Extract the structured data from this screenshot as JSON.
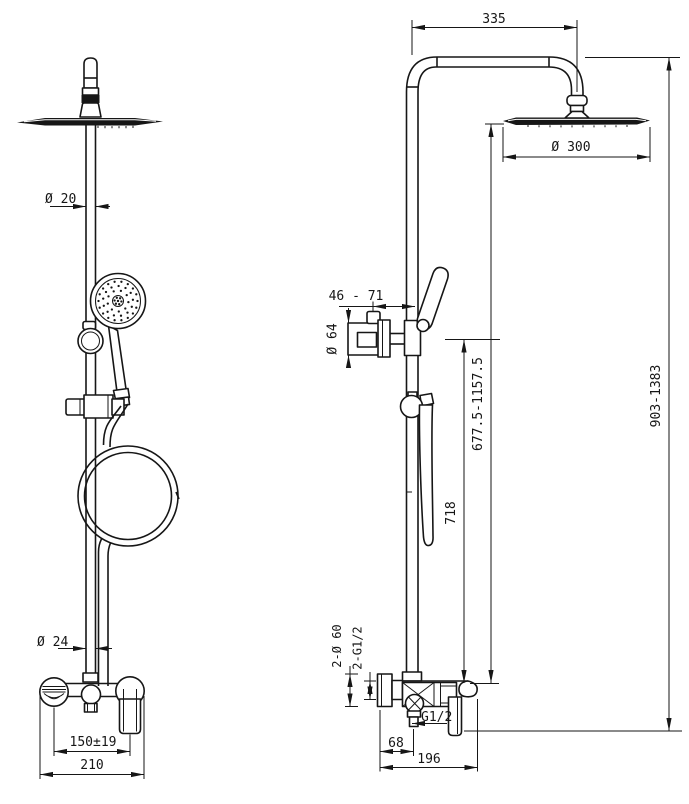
{
  "drawing": {
    "type": "technical-dimension-drawing",
    "subject": "wall-mounted shower column with rain head, hand shower and mixer",
    "line_color": "#161616",
    "background": "#ffffff",
    "front": {
      "dia_upper_pipe": "Ø 20",
      "dia_lower_pipe": "Ø 24",
      "inlet_spacing": "150±19",
      "overall_width": "210"
    },
    "side": {
      "arm_length": "335",
      "head_diameter": "Ø 300",
      "bracket_range": "46 - 71",
      "bracket_flange_dia": "Ø 64",
      "head_to_outlet_range": "677.5-1157.5",
      "holder_to_outlet": "718",
      "overall_height_range": "903-1383",
      "inlet_flanges": "2-Ø 60",
      "inlet_threads": "2-G1/2",
      "outlet_thread": "G1/2",
      "outlet_offset": "68",
      "depth": "196"
    }
  }
}
